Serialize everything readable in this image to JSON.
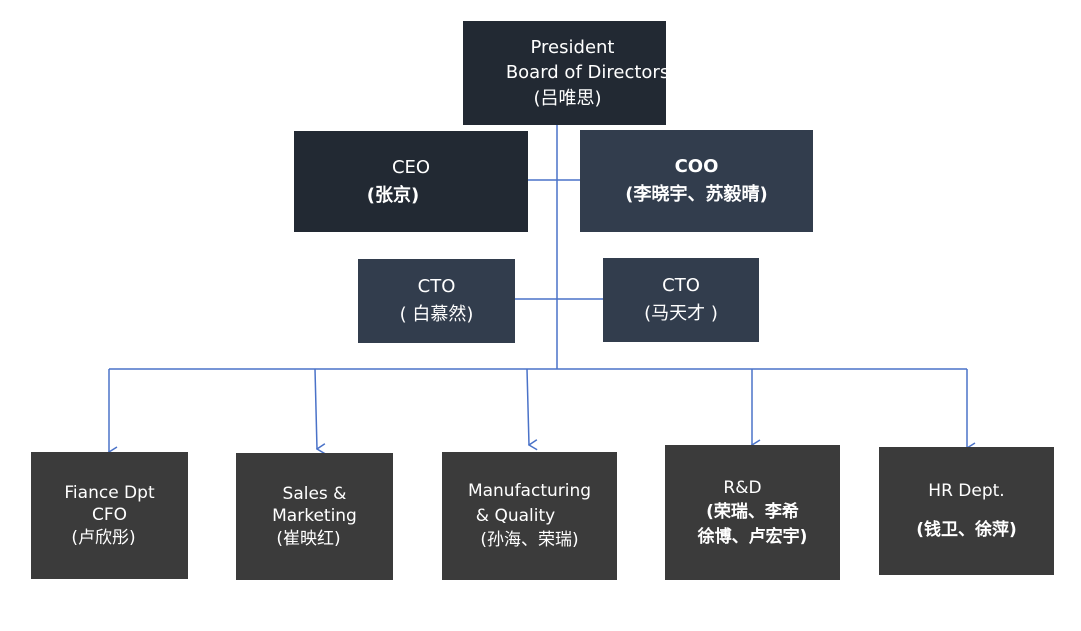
{
  "nodes": {
    "president": {
      "lines": [
        "President",
        "Board of Directors",
        "(吕唯思)"
      ]
    },
    "ceo": {
      "lines": [
        "CEO",
        "(张京)"
      ]
    },
    "coo": {
      "lines": [
        "COO",
        "(李晓宇、苏毅晴)"
      ]
    },
    "cto_left": {
      "lines": [
        "CTO",
        "( 白慕然)"
      ]
    },
    "cto_right": {
      "lines": [
        "CTO",
        "(马天才 )"
      ]
    },
    "finance": {
      "lines": [
        "Fiance Dpt",
        "CFO",
        "(卢欣彤)"
      ]
    },
    "sales": {
      "lines": [
        "Sales &",
        "Marketing",
        "(崔映红)"
      ]
    },
    "manufacturing": {
      "lines": [
        "Manufacturing",
        "& Quality",
        "(孙海、荣瑞)"
      ]
    },
    "rnd": {
      "lines": [
        "R&D",
        "(荣瑞、李希",
        "徐博、卢宏宇)"
      ]
    },
    "hr": {
      "lines": [
        "HR Dept.",
        "(钱卫、徐萍)"
      ]
    }
  },
  "colors": {
    "connector": "#4a72c8",
    "box_dark": "#222933",
    "box_mid": "#323d4d",
    "box_gray": "#3b3b3b",
    "text": "#ffffff"
  }
}
